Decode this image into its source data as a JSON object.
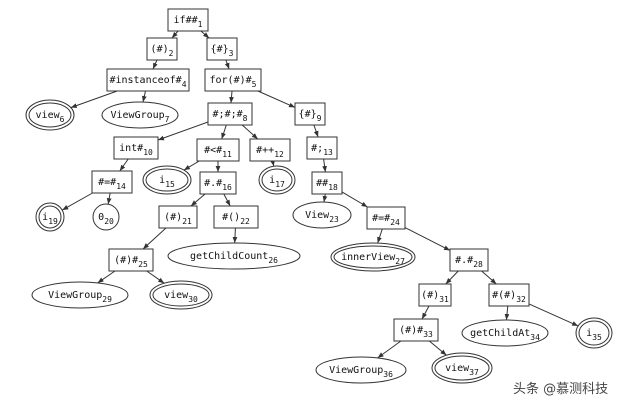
{
  "ast_tree": {
    "nodes": [
      {
        "id": 1,
        "text": "if##",
        "sub": "1",
        "shape": "box"
      },
      {
        "id": 2,
        "text": "(#)",
        "sub": "2",
        "shape": "box"
      },
      {
        "id": 3,
        "text": "{#}",
        "sub": "3",
        "shape": "box"
      },
      {
        "id": 4,
        "text": "#instanceof#",
        "sub": "4",
        "shape": "box"
      },
      {
        "id": 5,
        "text": "for(#)#",
        "sub": "5",
        "shape": "box"
      },
      {
        "id": 6,
        "text": "view",
        "sub": "6",
        "shape": "double-ellipse"
      },
      {
        "id": 7,
        "text": "ViewGroup",
        "sub": "7",
        "shape": "ellipse"
      },
      {
        "id": 8,
        "text": "#;#;#",
        "sub": "8",
        "shape": "box"
      },
      {
        "id": 9,
        "text": "{#}",
        "sub": "9",
        "shape": "box"
      },
      {
        "id": 10,
        "text": "int#",
        "sub": "10",
        "shape": "box"
      },
      {
        "id": 11,
        "text": "#<#",
        "sub": "11",
        "shape": "box"
      },
      {
        "id": 12,
        "text": "#++",
        "sub": "12",
        "shape": "box"
      },
      {
        "id": 13,
        "text": "#;",
        "sub": "13",
        "shape": "box"
      },
      {
        "id": 14,
        "text": "#=#",
        "sub": "14",
        "shape": "box"
      },
      {
        "id": 15,
        "text": "i",
        "sub": "15",
        "shape": "double-ellipse"
      },
      {
        "id": 16,
        "text": "#.#",
        "sub": "16",
        "shape": "box"
      },
      {
        "id": 17,
        "text": "i",
        "sub": "17",
        "shape": "double-ellipse"
      },
      {
        "id": 18,
        "text": "##",
        "sub": "18",
        "shape": "box"
      },
      {
        "id": 19,
        "text": "i",
        "sub": "19",
        "shape": "double-ellipse"
      },
      {
        "id": 20,
        "text": "0",
        "sub": "20",
        "shape": "ellipse"
      },
      {
        "id": 21,
        "text": "(#)",
        "sub": "21",
        "shape": "box"
      },
      {
        "id": 22,
        "text": "#()",
        "sub": "22",
        "shape": "box"
      },
      {
        "id": 23,
        "text": "View",
        "sub": "23",
        "shape": "ellipse"
      },
      {
        "id": 24,
        "text": "#=#",
        "sub": "24",
        "shape": "box"
      },
      {
        "id": 25,
        "text": "(#)#",
        "sub": "25",
        "shape": "box"
      },
      {
        "id": 26,
        "text": "getChildCount",
        "sub": "26",
        "shape": "ellipse"
      },
      {
        "id": 27,
        "text": "innerView",
        "sub": "27",
        "shape": "double-ellipse"
      },
      {
        "id": 28,
        "text": "#.#",
        "sub": "28",
        "shape": "box"
      },
      {
        "id": 29,
        "text": "ViewGroup",
        "sub": "29",
        "shape": "ellipse"
      },
      {
        "id": 30,
        "text": "view",
        "sub": "30",
        "shape": "double-ellipse"
      },
      {
        "id": 31,
        "text": "(#)",
        "sub": "31",
        "shape": "box"
      },
      {
        "id": 32,
        "text": "#(#)",
        "sub": "32",
        "shape": "box"
      },
      {
        "id": 33,
        "text": "(#)#",
        "sub": "33",
        "shape": "box"
      },
      {
        "id": 34,
        "text": "getChildAt",
        "sub": "34",
        "shape": "ellipse"
      },
      {
        "id": 35,
        "text": "i",
        "sub": "35",
        "shape": "double-ellipse"
      },
      {
        "id": 36,
        "text": "ViewGroup",
        "sub": "36",
        "shape": "ellipse"
      },
      {
        "id": 37,
        "text": "view",
        "sub": "37",
        "shape": "double-ellipse"
      }
    ],
    "edges": [
      [
        1,
        2
      ],
      [
        1,
        3
      ],
      [
        2,
        4
      ],
      [
        4,
        6
      ],
      [
        4,
        7
      ],
      [
        3,
        5
      ],
      [
        5,
        8
      ],
      [
        5,
        9
      ],
      [
        8,
        10
      ],
      [
        8,
        11
      ],
      [
        8,
        12
      ],
      [
        10,
        14
      ],
      [
        14,
        19
      ],
      [
        14,
        20
      ],
      [
        11,
        15
      ],
      [
        11,
        16
      ],
      [
        16,
        21
      ],
      [
        16,
        22
      ],
      [
        22,
        26
      ],
      [
        21,
        25
      ],
      [
        25,
        29
      ],
      [
        25,
        30
      ],
      [
        12,
        17
      ],
      [
        9,
        13
      ],
      [
        13,
        18
      ],
      [
        18,
        23
      ],
      [
        18,
        24
      ],
      [
        24,
        27
      ],
      [
        24,
        28
      ],
      [
        28,
        31
      ],
      [
        28,
        32
      ],
      [
        31,
        33
      ],
      [
        33,
        36
      ],
      [
        33,
        37
      ],
      [
        32,
        34
      ],
      [
        32,
        35
      ]
    ]
  },
  "watermark": {
    "text": "头条 @慕测科技"
  }
}
